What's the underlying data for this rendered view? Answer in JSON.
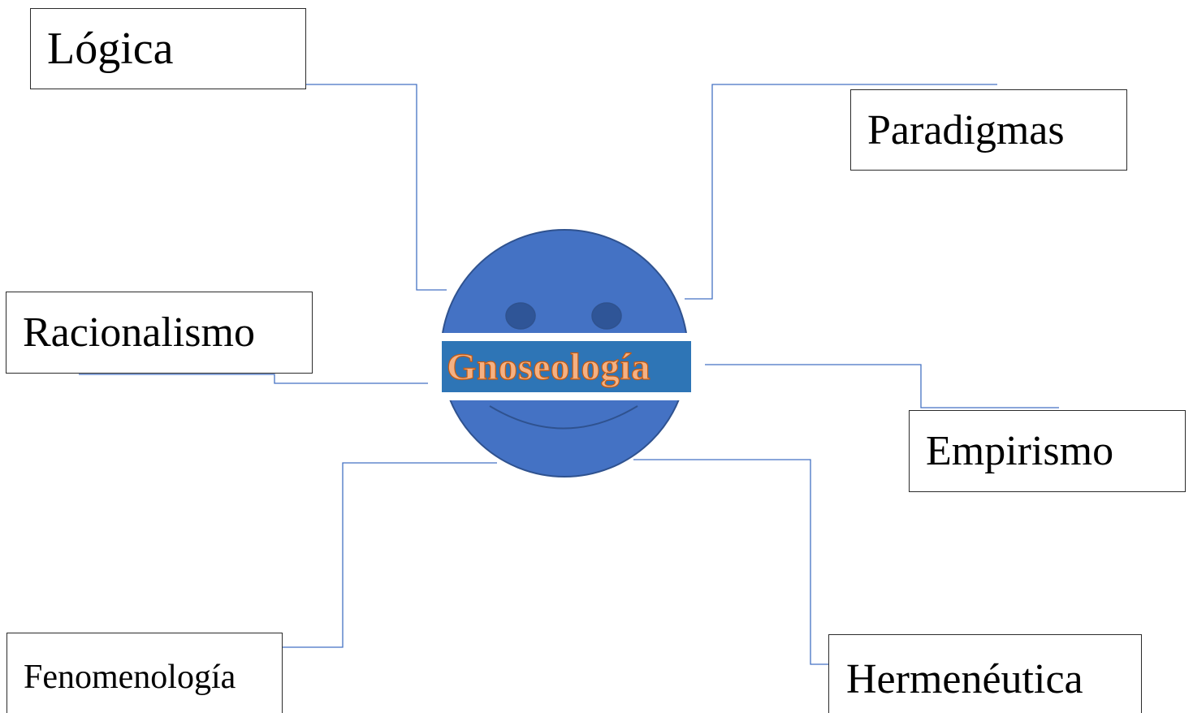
{
  "diagram": {
    "center": {
      "label": "Gnoseología"
    },
    "nodes": {
      "logica": "Lógica",
      "paradigmas": "Paradigmas",
      "racionalismo": "Racionalismo",
      "empirismo": "Empirismo",
      "fenomenologia": "Fenomenología",
      "hermeneutica": "Hermenéutica"
    },
    "colors": {
      "face_fill": "#4472c4",
      "face_stroke": "#2f528f",
      "eye_fill": "#2f5597",
      "connector_stroke": "#4472c4",
      "title_band": "#2e75b6",
      "title_text": "#f4b183",
      "title_text_outline": "#c55a11"
    }
  }
}
